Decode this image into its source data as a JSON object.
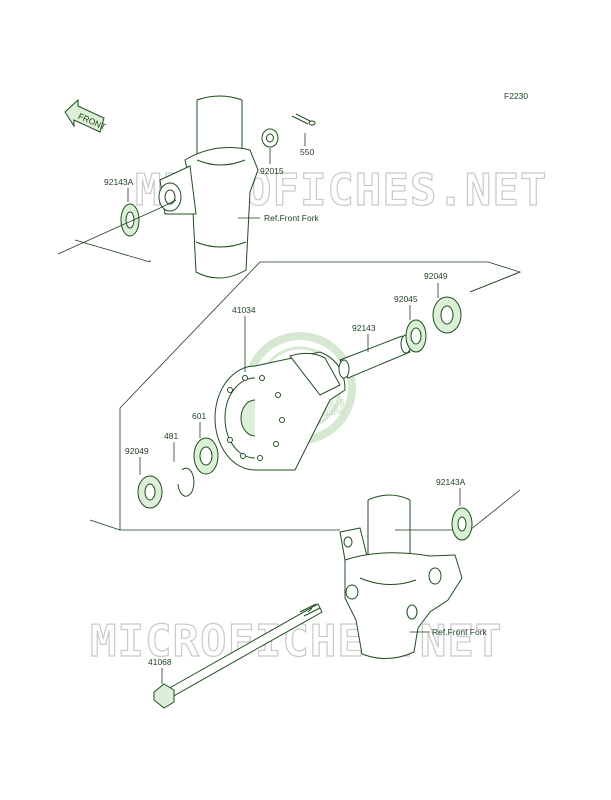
{
  "diagram_code": "F2230",
  "front_arrow_label": "FRONT",
  "watermark_text": "MICROFICHES.NET",
  "logo_text": "Kawasaki",
  "ref_label_upper": "Ref.Front Fork",
  "ref_label_lower": "Ref.Front Fork",
  "part_labels": {
    "p550": "550",
    "p92015": "92015",
    "p92143A_top": "92143A",
    "p92049_right": "92049",
    "p92045": "92045",
    "p92143": "92143",
    "p41034": "41034",
    "p601": "601",
    "p481": "481",
    "p92049_left": "92049",
    "p92143A_bottom": "92143A",
    "p41068": "41068"
  },
  "colors": {
    "line": "#1f4d1f",
    "fill": "#dcefd7",
    "watermark": "#c9c9c9"
  }
}
